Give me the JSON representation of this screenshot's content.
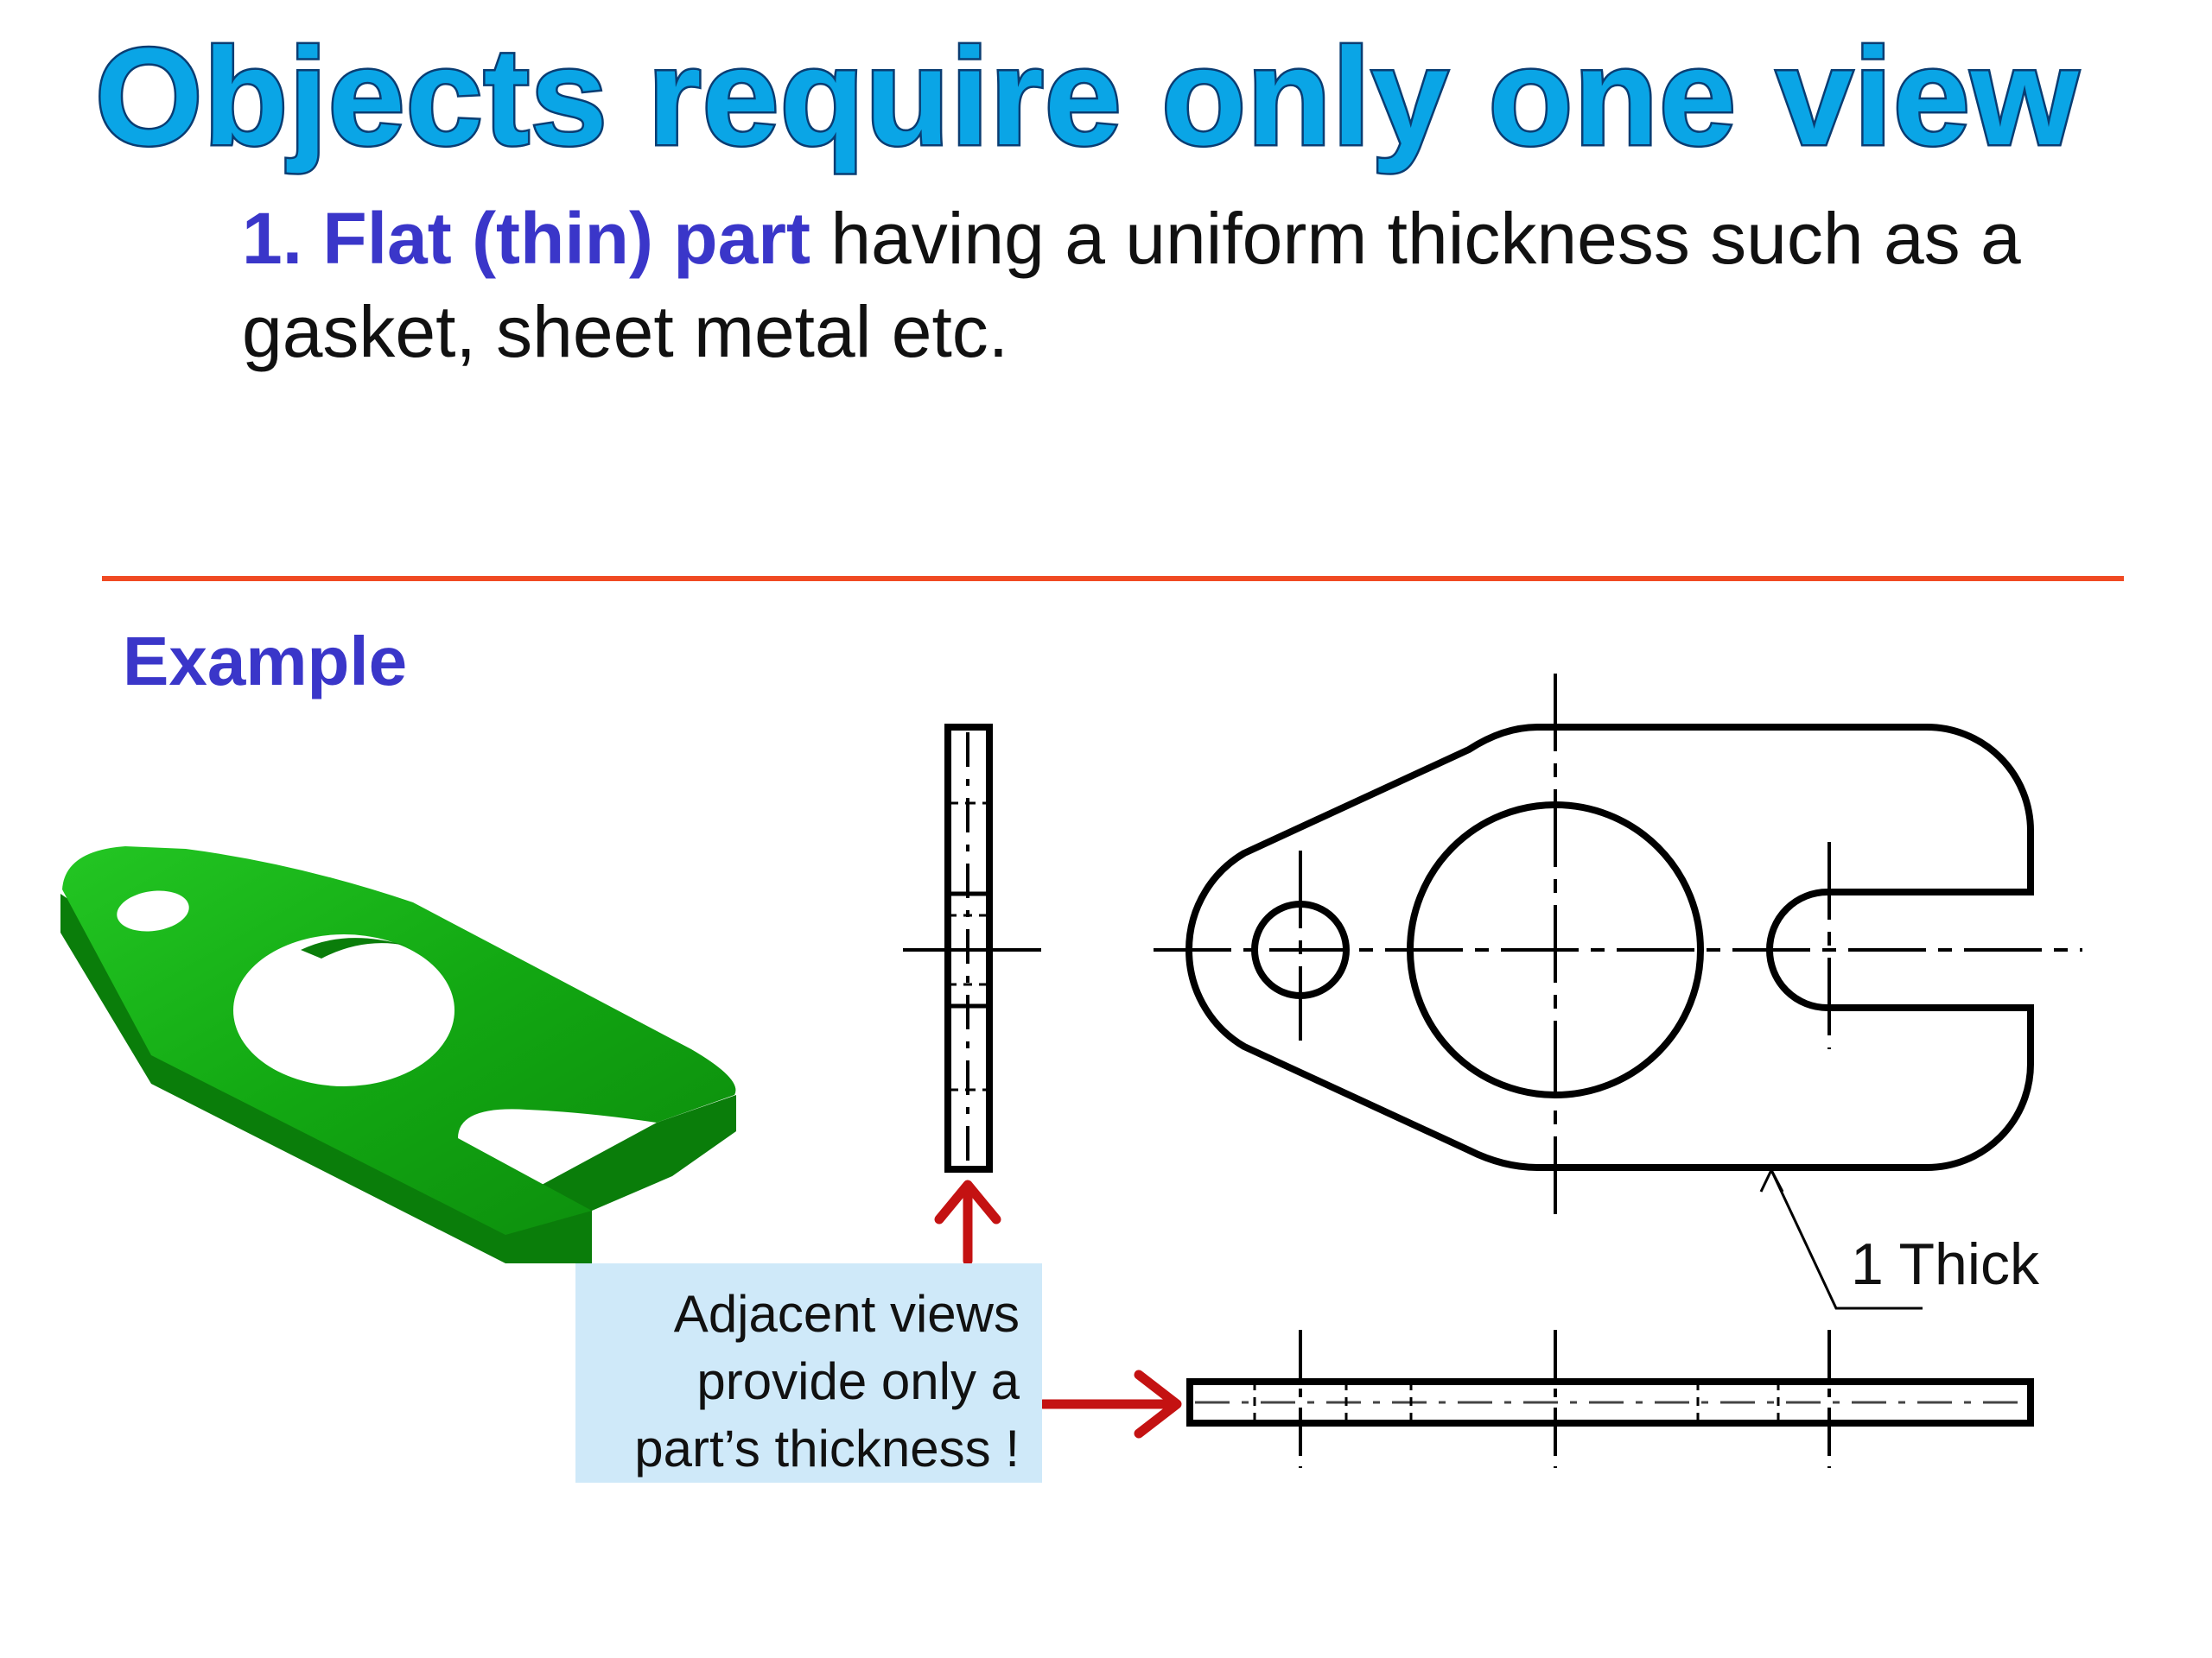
{
  "title": "Objects require only one view",
  "description": {
    "highlight": "1. Flat (thin) part",
    "rest": " having a uniform thickness such as a gasket, sheet metal etc."
  },
  "example_label": "Example",
  "callout": {
    "line1": "Adjacent views",
    "line2": "provide only a",
    "line3": "part’s thickness !"
  },
  "dimension_note": "1 Thick",
  "colors": {
    "title_fill": "#0aa5e6",
    "title_outline": "#0a3d73",
    "highlight": "#3a36c9",
    "divider": "#f04a23",
    "part_green": "#11a511",
    "arrow_red": "#c41212",
    "callout_bg": "#cfe9f9"
  }
}
